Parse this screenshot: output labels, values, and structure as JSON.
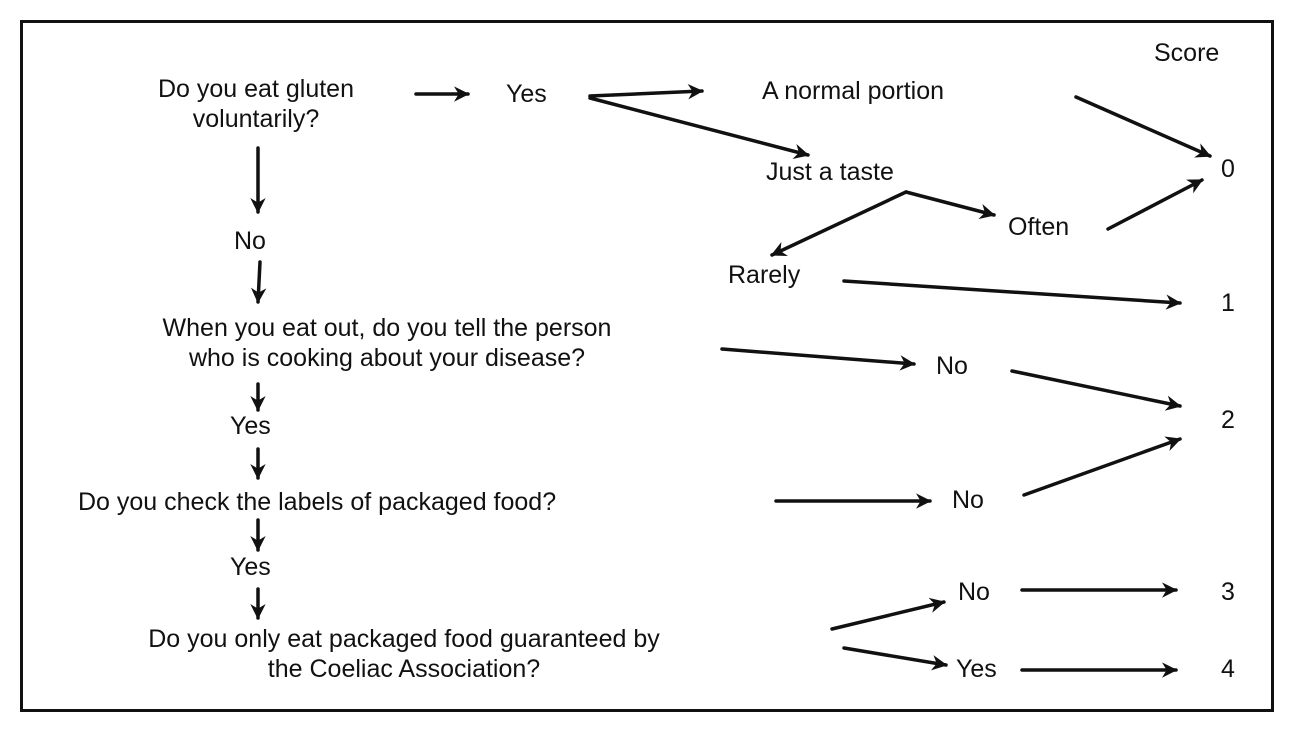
{
  "header": {
    "score_label": "Score"
  },
  "questions": {
    "q1": [
      "Do you eat gluten",
      "voluntarily?"
    ],
    "q2": [
      "When you eat out, do you tell the person",
      "who is cooking about your disease?"
    ],
    "q3": "Do you check the labels of packaged food?",
    "q4": [
      "Do you only eat packaged food guaranteed by",
      "the Coeliac Association?"
    ]
  },
  "answers": {
    "q1_yes": "Yes",
    "q1_no": "No",
    "normal_portion": "A normal portion",
    "just_a_taste": "Just a taste",
    "often": "Often",
    "rarely": "Rarely",
    "q2_yes": "Yes",
    "q2_no": "No",
    "q3_yes": "Yes",
    "q3_no": "No",
    "q4_no": "No",
    "q4_yes": "Yes"
  },
  "scores": [
    "0",
    "1",
    "2",
    "3",
    "4"
  ]
}
